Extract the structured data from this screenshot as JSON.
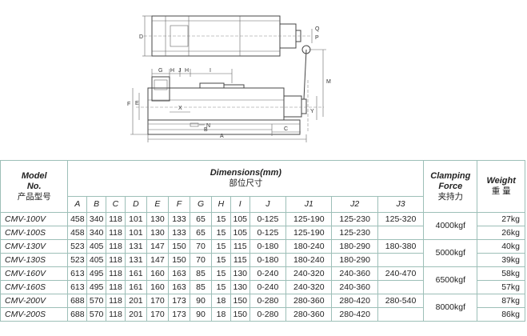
{
  "drawing_labels": {
    "top_view": {
      "d": "D",
      "p": "P",
      "q": "Q"
    },
    "side_view": {
      "g": "G",
      "h": "H",
      "j": "J",
      "h2": "H",
      "i": "I",
      "f": "F",
      "e": "E",
      "x": "X",
      "n": "N",
      "b": "B",
      "c": "C",
      "a": "A",
      "m": "M",
      "y": "Y"
    }
  },
  "table": {
    "model_header": [
      "Model",
      "No.",
      "产品型号"
    ],
    "dimensions_header": {
      "en": "Dimensions(mm)",
      "cn": "部位尺寸"
    },
    "clamping_header": {
      "en1": "Clamping",
      "en2": "Force",
      "cn": "夹持力"
    },
    "weight_header": {
      "en": "Weight",
      "cn": "重 量"
    },
    "dimension_columns": [
      "A",
      "B",
      "C",
      "D",
      "E",
      "F",
      "G",
      "H",
      "I",
      "J",
      "J1",
      "J2",
      "J3"
    ],
    "rows": [
      {
        "model": "CMV-100V",
        "vals": [
          "458",
          "340",
          "118",
          "101",
          "130",
          "133",
          "65",
          "15",
          "105",
          "0-125",
          "125-190",
          "125-230",
          "125-320"
        ],
        "weight": "27kg"
      },
      {
        "model": "CMV-100S",
        "vals": [
          "458",
          "340",
          "118",
          "101",
          "130",
          "133",
          "65",
          "15",
          "105",
          "0-125",
          "125-190",
          "125-230",
          ""
        ],
        "weight": "26kg"
      },
      {
        "model": "CMV-130V",
        "vals": [
          "523",
          "405",
          "118",
          "131",
          "147",
          "150",
          "70",
          "15",
          "115",
          "0-180",
          "180-240",
          "180-290",
          "180-380"
        ],
        "weight": "40kg"
      },
      {
        "model": "CMV-130S",
        "vals": [
          "523",
          "405",
          "118",
          "131",
          "147",
          "150",
          "70",
          "15",
          "115",
          "0-180",
          "180-240",
          "180-290",
          ""
        ],
        "weight": "39kg"
      },
      {
        "model": "CMV-160V",
        "vals": [
          "613",
          "495",
          "118",
          "161",
          "160",
          "163",
          "85",
          "15",
          "130",
          "0-240",
          "240-320",
          "240-360",
          "240-470"
        ],
        "weight": "58kg"
      },
      {
        "model": "CMV-160S",
        "vals": [
          "613",
          "495",
          "118",
          "161",
          "160",
          "163",
          "85",
          "15",
          "130",
          "0-240",
          "240-320",
          "240-360",
          ""
        ],
        "weight": "57kg"
      },
      {
        "model": "CMV-200V",
        "vals": [
          "688",
          "570",
          "118",
          "201",
          "170",
          "173",
          "90",
          "18",
          "150",
          "0-280",
          "280-360",
          "280-420",
          "280-540"
        ],
        "weight": "87kg"
      },
      {
        "model": "CMV-200S",
        "vals": [
          "688",
          "570",
          "118",
          "201",
          "170",
          "173",
          "90",
          "18",
          "150",
          "0-280",
          "280-360",
          "280-420",
          ""
        ],
        "weight": "86kg"
      }
    ],
    "clamping_groups": [
      "4000kgf",
      "5000kgf",
      "6500kgf",
      "8000kgf"
    ]
  }
}
